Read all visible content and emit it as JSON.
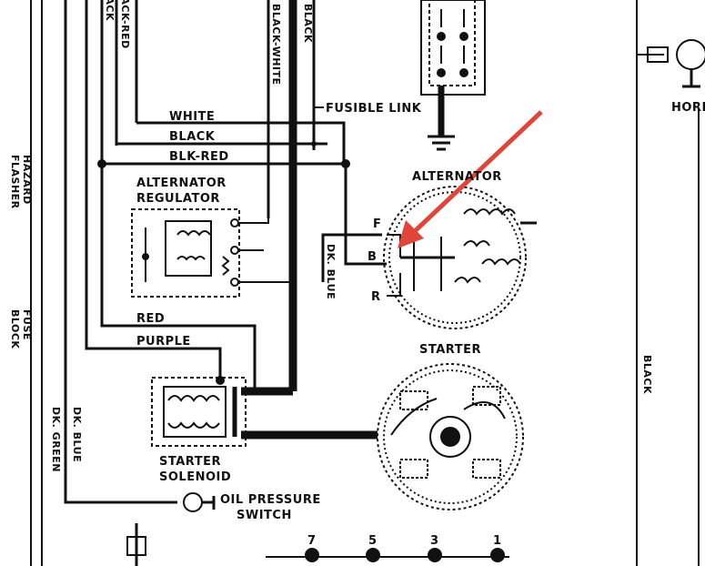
{
  "labels": {
    "black_top": "BLACK",
    "black_white": "BLACK-WHITE",
    "black_red_top": "BLACK-RED",
    "black_left": "BLACK",
    "white": "WHITE",
    "black": "BLACK",
    "blk_red": "BLK-RED",
    "fusible_link": "FUSIBLE LINK",
    "alternator": "ALTERNATOR",
    "alternator_regulator_1": "ALTERNATOR",
    "alternator_regulator_2": "REGULATOR",
    "f": "F",
    "b": "B",
    "r": "R",
    "dk_blue_vert": "DK. BLUE",
    "red": "RED",
    "purple": "PURPLE",
    "starter": "STARTER",
    "starter_solenoid_1": "STARTER",
    "starter_solenoid_2": "SOLENOID",
    "dk_blue_left": "DK. BLUE",
    "dk_green": "DK. GREEN",
    "oil_pressure_1": "OIL PRESSURE",
    "oil_pressure_2": "SWITCH",
    "horn": "HORN",
    "black_right": "BLACK",
    "hazard": "HAZARD",
    "flasher": "FLASHER",
    "fuse": "FUSE",
    "block": "BLOCK",
    "pin_7": "7",
    "pin_5": "5",
    "pin_3": "3",
    "pin_1": "1"
  },
  "colors": {
    "wire": "#111111",
    "arrow": "#e0453a"
  }
}
